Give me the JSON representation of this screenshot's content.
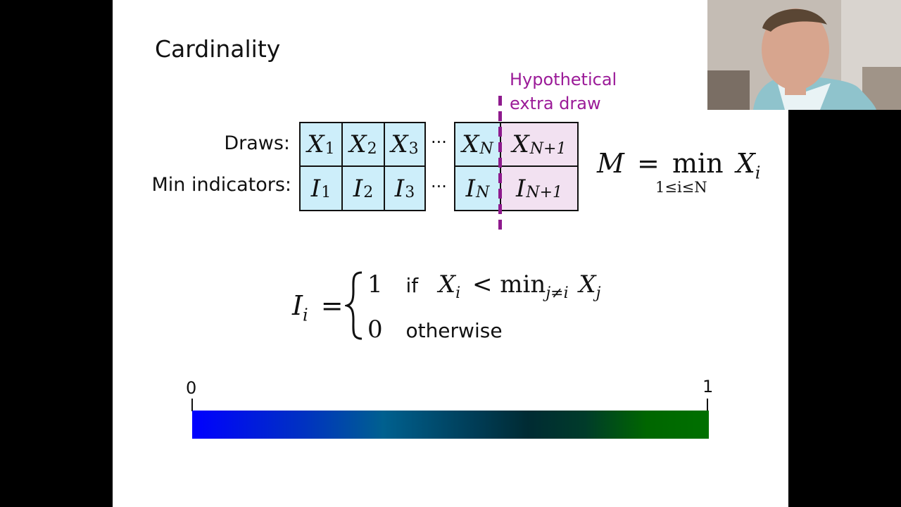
{
  "slide": {
    "title": "Cardinality",
    "row_labels": {
      "draws": "Draws:",
      "min": "Min indicators:"
    },
    "hypothetical": {
      "line1": "Hypothetical",
      "line2": "extra draw"
    },
    "ellipsis": "···",
    "draws": [
      {
        "sym": "X",
        "sub": "1"
      },
      {
        "sym": "X",
        "sub": "2"
      },
      {
        "sym": "X",
        "sub": "3"
      },
      {
        "sym": "X",
        "sub": "N"
      },
      {
        "sym": "X",
        "sub": "N+1"
      }
    ],
    "indicators": [
      {
        "sym": "I",
        "sub": "1"
      },
      {
        "sym": "I",
        "sub": "2"
      },
      {
        "sym": "I",
        "sub": "3"
      },
      {
        "sym": "I",
        "sub": "N"
      },
      {
        "sym": "I",
        "sub": "N+1"
      }
    ],
    "min_equation": {
      "lhs": "M",
      "eq": "=",
      "op": "min",
      "below": "1≤i≤N",
      "rhs": "X",
      "rhs_sub": "i"
    },
    "indicator_equation": {
      "lhs": "I",
      "lhs_sub": "i",
      "eq": "=",
      "case1_value": "1",
      "case1_if": "if",
      "case1_cond_lhs": "X",
      "case1_cond_sub": "i",
      "case1_lt": "<",
      "case1_min": "min",
      "case1_min_sub": "j≠i",
      "case1_rhs": "X",
      "case1_rhs_sub": "j",
      "case2_value": "0",
      "case2_text": "otherwise"
    },
    "colorbar": {
      "min_label": "0",
      "max_label": "1",
      "colors": [
        "#0000ff",
        "#00608f",
        "#002b33",
        "#007000"
      ]
    }
  },
  "webcam": {
    "present": true
  }
}
